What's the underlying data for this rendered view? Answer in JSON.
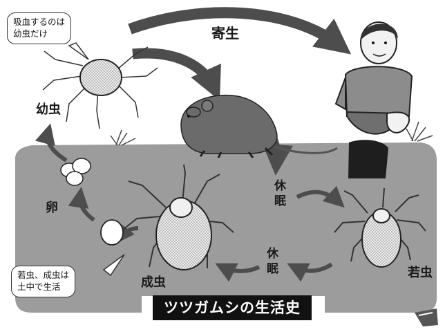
{
  "title": "ツツガムシの生活史",
  "labels": {
    "parasitism": "寄生",
    "larva": "幼虫",
    "egg": "卵",
    "adult": "成虫",
    "nymph": "若虫",
    "dormancy_upper": "休\n眠",
    "dormancy_lower": "休\n眠"
  },
  "bubbles": {
    "larva_note": [
      "吸血するのは",
      "幼虫だけ"
    ],
    "soil_note": [
      "若虫、成虫は",
      "土中で生活"
    ]
  },
  "colors": {
    "soil": "#9c9c9c",
    "arrow": "#4d4d4d",
    "rat": "#6b6b6b",
    "mite_body": "#e6e6e6",
    "title_bg": "#111111"
  }
}
